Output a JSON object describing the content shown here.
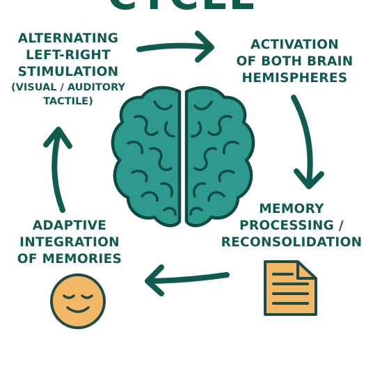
{
  "title": "CYCLE",
  "colors": {
    "text": "#0f5b4d",
    "arrow": "#0f5b4d",
    "brain_fill": "#2e9a8e",
    "brain_stroke": "#0d4a41",
    "face_fill": "#f2b866",
    "note_fill": "#f2b866",
    "ink": "#1f4a45"
  },
  "steps": [
    {
      "id": "stimulation",
      "lines": [
        "ALTERNATING",
        "LEFT-RIGHT",
        "STIMULATION"
      ],
      "sub_lines": [
        "(VISUAL / AUDITORY",
        "TACTILE)"
      ]
    },
    {
      "id": "activation",
      "lines": [
        "ACTIVATION",
        "OF BOTH BRAIN",
        "HEMISPHERES"
      ]
    },
    {
      "id": "memory",
      "lines": [
        "MEMORY",
        "PROCESSING /",
        "RECONSOLIDATION"
      ],
      "icon": "document-icon"
    },
    {
      "id": "adaptive",
      "lines": [
        "ADAPTIVE",
        "INTEGRATION",
        "OF MEMORIES"
      ],
      "icon": "smiling-face-icon"
    }
  ],
  "center_icon": "brain-icon"
}
